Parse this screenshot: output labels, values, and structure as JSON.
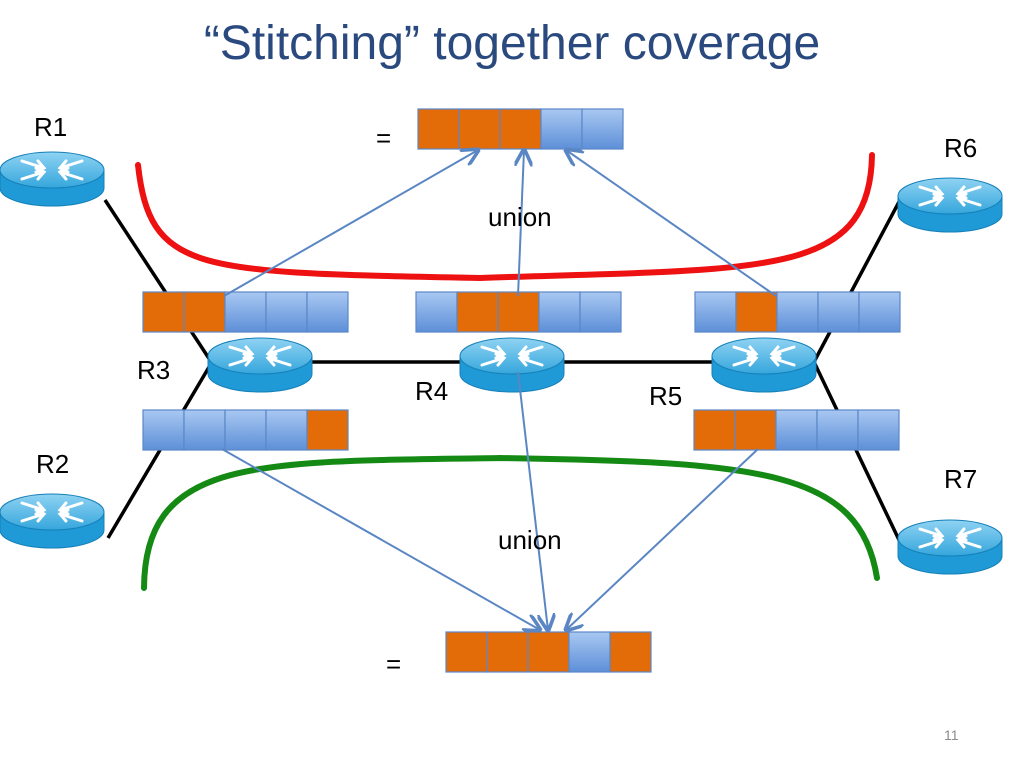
{
  "title": "“Stitching” together coverage",
  "page_number": "11",
  "colors": {
    "title": "#2a4a7f",
    "covered_cell": "#e36c09",
    "uncovered_cell": "#6f9fe0",
    "upper_curve": "#ee1111",
    "lower_curve": "#148a14",
    "arrow": "#5a86c4",
    "router_body": "#1f9ad6"
  },
  "routers": [
    {
      "id": "r1",
      "label": "R1"
    },
    {
      "id": "r2",
      "label": "R2"
    },
    {
      "id": "r3",
      "label": "R3"
    },
    {
      "id": "r4",
      "label": "R4"
    },
    {
      "id": "r5",
      "label": "R5"
    },
    {
      "id": "r6",
      "label": "R6"
    },
    {
      "id": "r7",
      "label": "R7"
    }
  ],
  "upper_label": "union",
  "lower_label": "union",
  "equals_sign": "=",
  "bitmaps": {
    "upper_result": [
      "covered",
      "covered",
      "covered",
      "uncovered",
      "uncovered"
    ],
    "upper_r3": [
      "covered",
      "covered",
      "uncovered",
      "uncovered",
      "uncovered"
    ],
    "upper_r4": [
      "uncovered",
      "covered",
      "covered",
      "uncovered",
      "uncovered"
    ],
    "upper_r5": [
      "uncovered",
      "covered",
      "uncovered",
      "uncovered",
      "uncovered"
    ],
    "lower_r3": [
      "uncovered",
      "uncovered",
      "uncovered",
      "uncovered",
      "covered"
    ],
    "lower_r5": [
      "covered",
      "covered",
      "uncovered",
      "uncovered",
      "uncovered"
    ],
    "lower_result": [
      "covered",
      "covered",
      "covered",
      "uncovered",
      "covered"
    ]
  }
}
